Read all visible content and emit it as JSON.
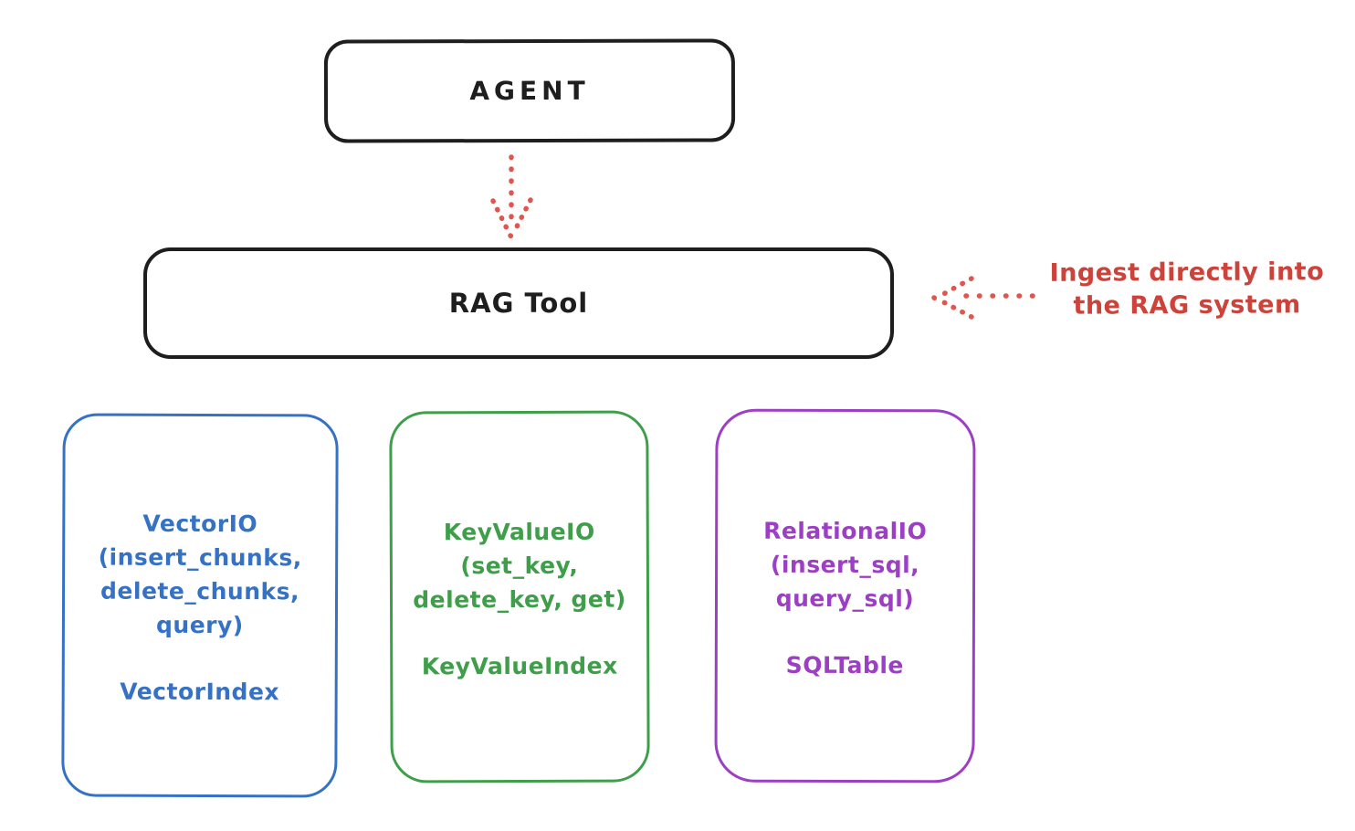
{
  "colors": {
    "background": "#ffffff",
    "stroke_black": "#1e1e1e",
    "red_text": "#cb433b",
    "red_arrow": "#df554f",
    "blue": "#3572c6",
    "green": "#3f9e4a",
    "purple": "#9c3fc4"
  },
  "nodes": {
    "agent": {
      "label": "AGENT"
    },
    "rag_tool": {
      "label": "RAG Tool"
    },
    "vector_io": {
      "lines": [
        "VectorIO",
        "(insert_chunks,",
        "delete_chunks,",
        "query)"
      ],
      "index": "VectorIndex"
    },
    "key_value_io": {
      "lines": [
        "KeyValueIO",
        "(set_key,",
        "delete_key, get)"
      ],
      "index": "KeyValueIndex"
    },
    "relational_io": {
      "lines": [
        "RelationalIO",
        "(insert_sql,",
        "query_sql)"
      ],
      "index": "SQLTable"
    }
  },
  "annotation": {
    "lines": [
      "Ingest directly into",
      "the RAG system"
    ]
  }
}
